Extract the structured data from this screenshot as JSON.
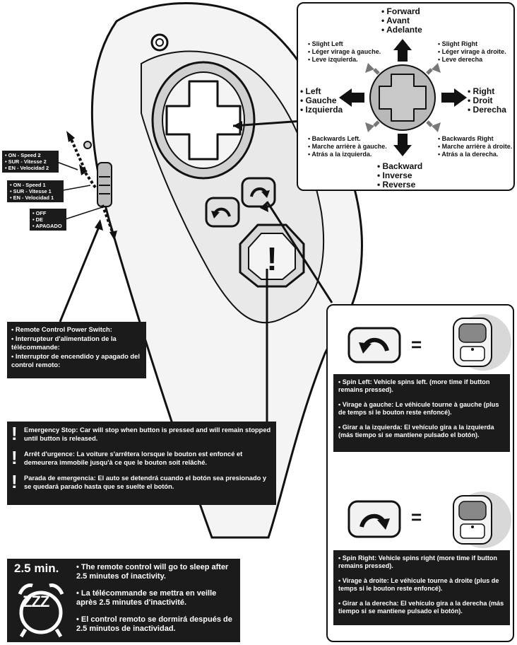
{
  "directions": {
    "forward": [
      "Forward",
      "Avant",
      "Adelante"
    ],
    "backward": [
      "Backward",
      "Inverse",
      "Reverse"
    ],
    "left": [
      "Left",
      "Gauche",
      "Izquierda"
    ],
    "right": [
      "Right",
      "Droit",
      "Derecha"
    ],
    "slight_left": [
      "Slight Left",
      "Léger virage à gauche.",
      "Leve izquierda."
    ],
    "slight_right": [
      "Slight Right",
      "Léger virage à droite.",
      "Leve derecha"
    ],
    "backwards_left": [
      "Backwards Left.",
      "Marche arrière à gauche.",
      "Atrás a la izquierda."
    ],
    "backwards_right": [
      "Backwards Right",
      "Marche arrière à droite.",
      "Atrás a la derecha."
    ]
  },
  "speed_switch": {
    "speed2": [
      "ON - Speed 2",
      "SUR - Vitesse 2",
      "EN - Velocidad 2"
    ],
    "speed1": [
      "ON - Speed 1",
      "SUR - Vitesse 1",
      "EN - Velocidad 1"
    ],
    "off": [
      "OFF",
      "DE",
      "APAGADO"
    ]
  },
  "power_switch": [
    "Remote Control Power Switch:",
    "Interrupteur d'alimentation de la télécommande:",
    "Interruptor de encendido y apagado del control remoto:"
  ],
  "emergency": [
    "Emergency Stop: Car will stop when button is pressed and will remain stopped until button is released.",
    "Arrêt d'urgence: La voiture s'arrêtera lorsque le bouton est enfoncé et demeurera immobile jusqu'à ce que le bouton soit relâché.",
    "Parada de emergencia: El auto se detendrá cuando el botón sea presionado y se quedará parado hasta que se suelte el botón."
  ],
  "emergency_symbol": "!",
  "spin_left": [
    "Spin Left: Vehicle spins left.  (more time if button remains pressed).",
    "Virage à gauche: Le véhicule tourne à gauche (plus de temps si le bouton reste enfoncé).",
    "Girar a la izquierda: El vehículo gira a la izquierda (más tiempo si se mantiene pulsado el botón)."
  ],
  "spin_right": [
    "Spin Right: Vehicle spins right (more time if button remains pressed).",
    "Virage à droite: Le véhicule tourne à droite (plus de temps si le bouton reste enfoncé).",
    "Girar a la derecha: El vehículo gira a la derecha (más tiempo si se mantiene pulsado el botón)."
  ],
  "equals_sign": "=",
  "sleep": {
    "time": "2.5 min.",
    "zzz": "ZZZ",
    "lines": [
      "The remote control will go to sleep after 2.5 minutes of inactivity.",
      "La télécommande se mettra en veille après 2.5 minutes d'inactivité.",
      "El control remoto se dormirá después de 2.5 minutos de inactividad."
    ]
  },
  "colors": {
    "panel": "#1b1b1b",
    "pad_gray": "#b8b8b8",
    "remote_body": "#f2f2f2",
    "outline": "#111111"
  }
}
